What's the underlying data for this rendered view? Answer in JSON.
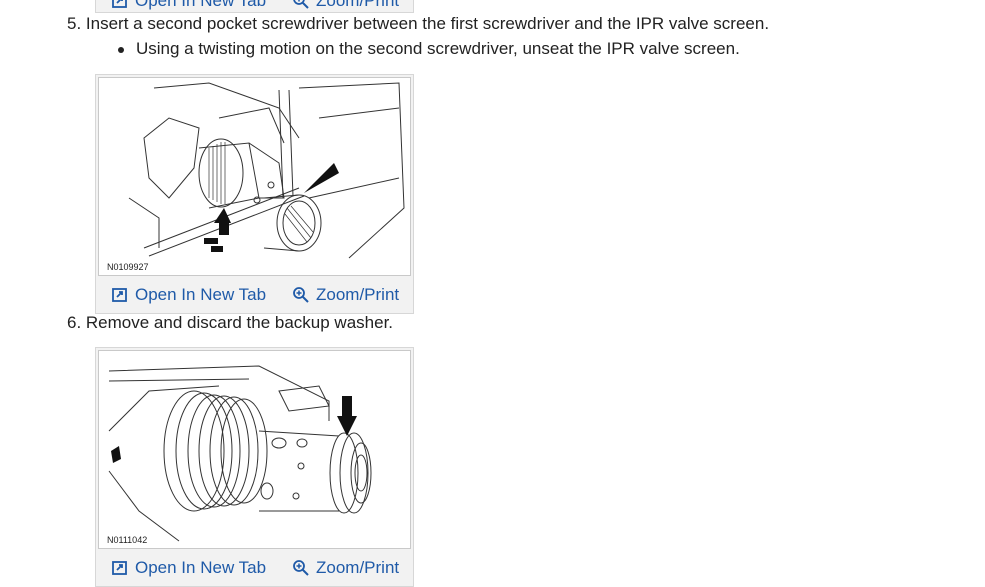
{
  "top_figure": {
    "open_tab_label": "Open In New Tab",
    "zoom_label": "Zoom/Print"
  },
  "step5": {
    "text": "5. Insert a second pocket screwdriver between the first screwdriver and the IPR valve screen.",
    "bullet": "Using a twisting motion on the second screwdriver, unseat the IPR valve screen."
  },
  "figure1": {
    "code": "N0109927",
    "open_tab_label": "Open In New Tab",
    "zoom_label": "Zoom/Print"
  },
  "step6": {
    "text": "6. Remove and discard the backup washer."
  },
  "figure2": {
    "code": "N0111042",
    "open_tab_label": "Open In New Tab",
    "zoom_label": "Zoom/Print"
  },
  "colors": {
    "link": "#1f5aa8",
    "text": "#222222",
    "figure_bg": "#f2f2f2"
  },
  "icons": {
    "open_tab": "open-in-new-tab-icon",
    "zoom": "zoom-in-icon"
  }
}
